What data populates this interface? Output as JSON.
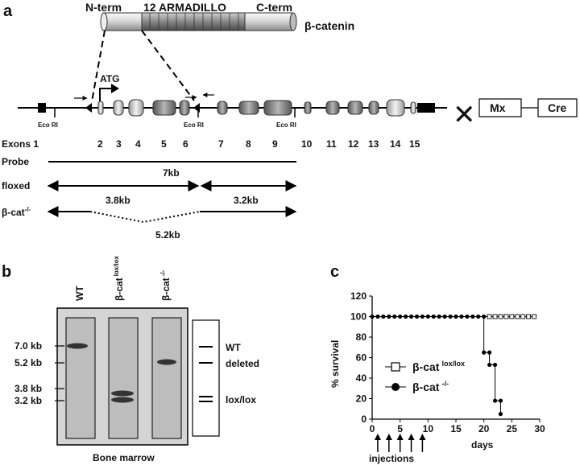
{
  "panel_a": {
    "letter": "a",
    "protein": {
      "n_term": "N-term",
      "armadillo": "12 ARMADILLO",
      "c_term": "C-term",
      "name": "β-catenin"
    },
    "atg": "ATG",
    "eco_ri": "Eco RI",
    "cross_mark": "✕",
    "mx": "Mx",
    "cre": "Cre",
    "exons_label": "Exons 1",
    "exon_numbers": [
      "2",
      "3",
      "4",
      "5",
      "6",
      "7",
      "8",
      "9",
      "10",
      "11",
      "12",
      "13",
      "14",
      "15"
    ],
    "probe_label": "Probe",
    "floxed_label": "floxed",
    "beta_cat_label": "β-cat",
    "beta_cat_sup": "-/-",
    "size_7kb": "7kb",
    "size_3_8kb": "3.8kb",
    "size_3_2kb": "3.2kb",
    "size_5_2kb": "5.2kb"
  },
  "panel_b": {
    "letter": "b",
    "lane_headers": [
      {
        "text": "WT",
        "sup": ""
      },
      {
        "text": "β-cat",
        "sup": "lox/lox"
      },
      {
        "text": "β-cat",
        "sup": "-/-"
      }
    ],
    "markers": [
      "7.0 kb",
      "5.2 kb",
      "3.8 kb",
      "3.2 kb"
    ],
    "band_labels": [
      "WT",
      "deleted",
      "lox/lox"
    ],
    "footer": "Bone marrow"
  },
  "panel_c": {
    "letter": "c",
    "legend": [
      {
        "text": "β-cat",
        "sup": "lox/lox"
      },
      {
        "text": "β-cat",
        "sup": "-/-"
      }
    ],
    "injections_label": "injections",
    "chart_data": {
      "type": "line",
      "xlabel": "days",
      "ylabel": "% survival",
      "xlim": [
        0,
        30
      ],
      "ylim": [
        0,
        120
      ],
      "x_ticks": [
        0,
        5,
        10,
        15,
        20,
        25,
        30
      ],
      "y_ticks": [
        0,
        20,
        40,
        60,
        80,
        100,
        120
      ],
      "series": [
        {
          "name": "β-cat lox/lox",
          "marker": "open-square",
          "x": [
            0,
            1,
            2,
            3,
            4,
            5,
            6,
            7,
            8,
            9,
            10,
            11,
            12,
            13,
            14,
            15,
            16,
            17,
            18,
            19,
            20,
            21,
            22,
            23,
            24,
            25,
            26,
            27,
            28,
            29
          ],
          "y": [
            100,
            100,
            100,
            100,
            100,
            100,
            100,
            100,
            100,
            100,
            100,
            100,
            100,
            100,
            100,
            100,
            100,
            100,
            100,
            100,
            100,
            100,
            100,
            100,
            100,
            100,
            100,
            100,
            100,
            100
          ]
        },
        {
          "name": "β-cat -/-",
          "marker": "filled-circle",
          "x": [
            0,
            1,
            2,
            3,
            4,
            5,
            6,
            7,
            8,
            9,
            10,
            11,
            12,
            13,
            14,
            15,
            16,
            17,
            18,
            19,
            20,
            20,
            21,
            21,
            22,
            22,
            23,
            23
          ],
          "y": [
            100,
            100,
            100,
            100,
            100,
            100,
            100,
            100,
            100,
            100,
            100,
            100,
            100,
            100,
            100,
            100,
            100,
            100,
            100,
            100,
            100,
            65,
            65,
            53,
            53,
            18,
            18,
            5
          ]
        }
      ],
      "injection_days": [
        1,
        3,
        5,
        7,
        9
      ]
    }
  }
}
